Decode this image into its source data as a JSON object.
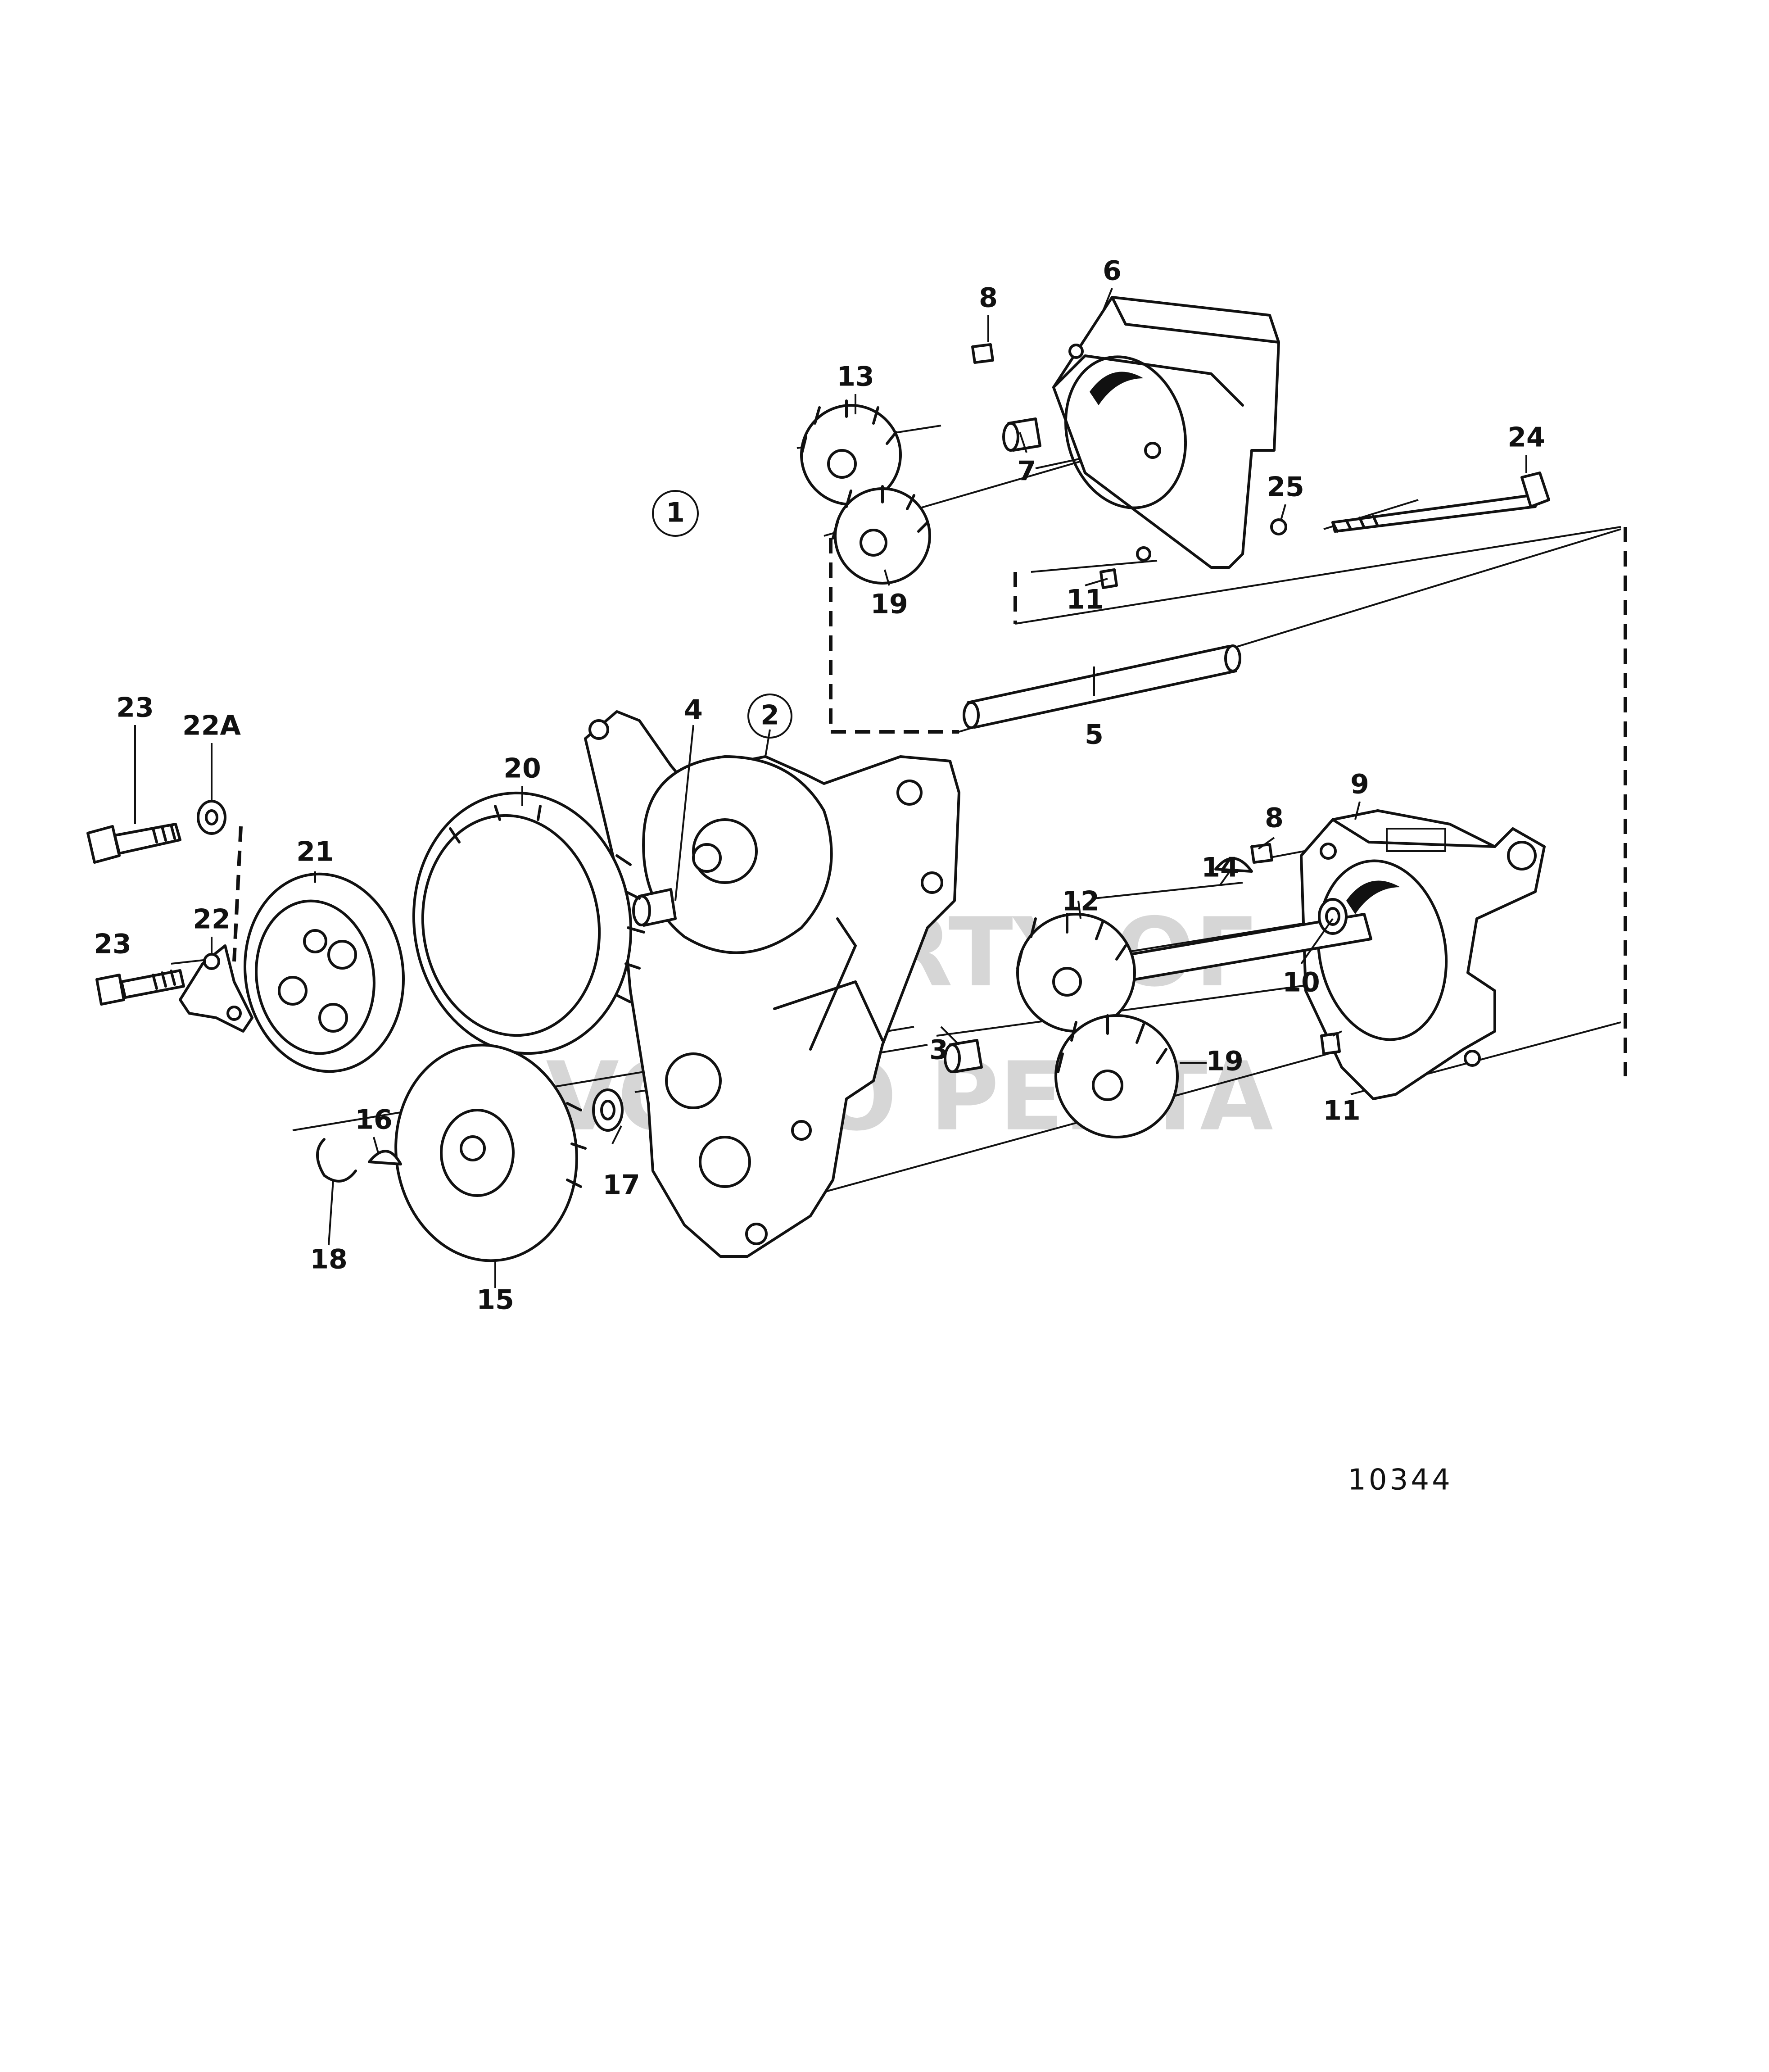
{
  "callouts": {
    "c1": "1",
    "c2": "2",
    "c3": "3",
    "c4": "4",
    "c5": "5",
    "c6": "6",
    "c7": "7",
    "c8a": "8",
    "c8b": "8",
    "c9": "9",
    "c10": "10",
    "c11a": "11",
    "c11b": "11",
    "c12": "12",
    "c13": "13",
    "c14": "14",
    "c15": "15",
    "c16": "16",
    "c17": "17",
    "c18": "18",
    "c19a": "19",
    "c19b": "19",
    "c20": "20",
    "c21": "21",
    "c22": "22",
    "c22a": "22A",
    "c23a": "23",
    "c23b": "23",
    "c24": "24",
    "c25": "25"
  },
  "watermark": {
    "line1": "PROPERTY OF",
    "line2": "VOLVO PENTA"
  },
  "reference_number": "10344"
}
